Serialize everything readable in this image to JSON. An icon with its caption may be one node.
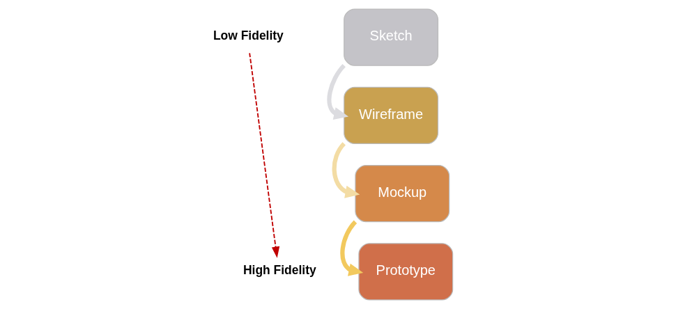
{
  "diagram": {
    "nodes": [
      {
        "text": [
          "Sketch"
        ]
      },
      {
        "text": [
          "Low Fidelity"
        ]
      },
      {
        "text": [
          "Wireframe"
        ]
      },
      {
        "text": [
          "Mockup"
        ]
      },
      {
        "text": [
          "Prototype"
        ]
      },
      {
        "text": [
          "High Fidelity"
        ]
      }
    ],
    "edges": [
      {
        "from": 0,
        "to": 2,
        "arrow": "to",
        "color": "#dcdce0"
      },
      {
        "from": 2,
        "to": 3,
        "arrow": "to",
        "color": "#f3dca4"
      },
      {
        "from": 3,
        "to": 4,
        "arrow": "to",
        "color": "#f2c95e"
      },
      {
        "from": 1,
        "to": 5,
        "arrow": "to",
        "style": "dashed",
        "color": "#c00000"
      }
    ]
  }
}
